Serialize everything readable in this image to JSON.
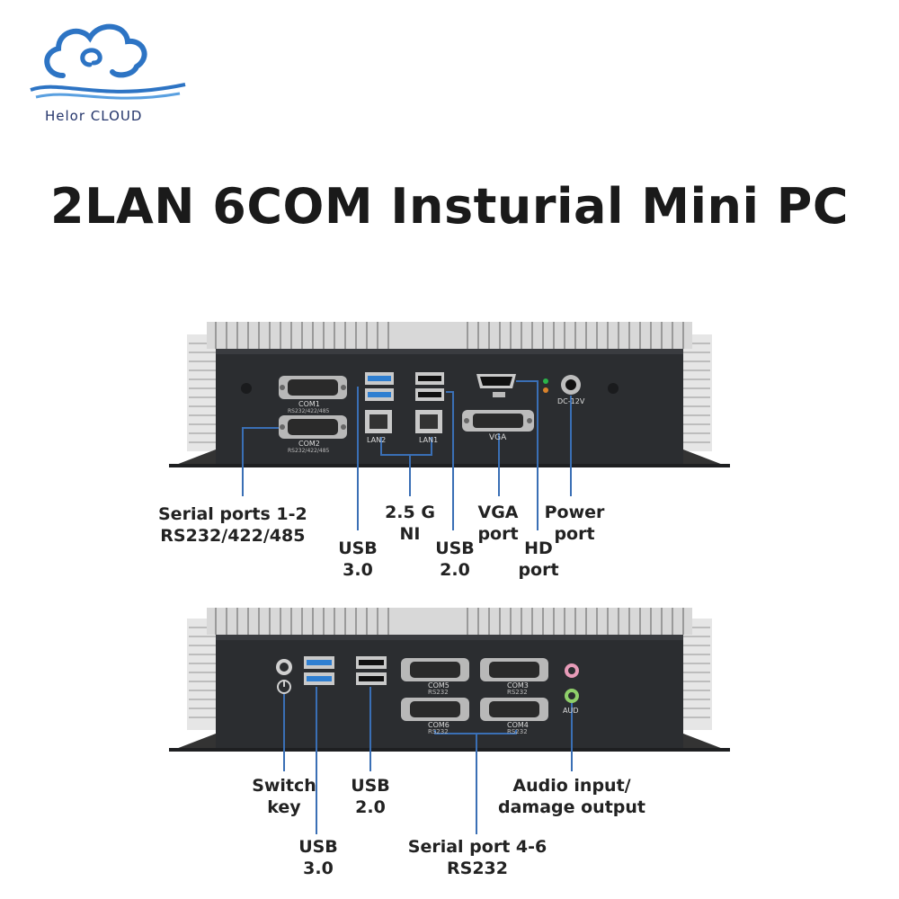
{
  "brand": {
    "name": "Helor CLOUD"
  },
  "title": "2LAN 6COM Insturial Mini PC",
  "top_panel": {
    "port_labels": {
      "com1": "COM1",
      "com1_sub": "RS232/422/485",
      "com2": "COM2",
      "com2_sub": "RS232/422/485",
      "lan2": "LAN2",
      "lan1": "LAN1",
      "vga": "VGA",
      "dc": "DC-12V"
    },
    "callouts": {
      "serial": [
        "Serial ports 1-2",
        "RS232/422/485"
      ],
      "usb3": [
        "USB",
        "3.0"
      ],
      "lan": [
        "2.5 G",
        "NI"
      ],
      "usb2": [
        "USB",
        "2.0"
      ],
      "vga": [
        "VGA",
        "port"
      ],
      "hd": [
        "HD",
        "port"
      ],
      "power": [
        "Power",
        "port"
      ]
    }
  },
  "bottom_panel": {
    "port_labels": {
      "com5": "COM5",
      "com5_sub": "RS232",
      "com3": "COM3",
      "com3_sub": "RS232",
      "com6": "COM6",
      "com6_sub": "RS232",
      "com4": "COM4",
      "com4_sub": "RS232",
      "aud": "AUD"
    },
    "callouts": {
      "switch": [
        "Switch",
        "key"
      ],
      "usb2": [
        "USB",
        "2.0"
      ],
      "audio": [
        "Audio input/",
        "damage output"
      ],
      "usb3": [
        "USB",
        "3.0"
      ],
      "serial": [
        "Serial port 4-6",
        "RS232"
      ]
    }
  },
  "colors": {
    "chassis": "#2b2d30",
    "fins": "#d9d9d9",
    "usb3_blue": "#2f7fd1",
    "callout_line": "#3a6fb5",
    "title": "#1a1a1a",
    "logo_blue": "#2d74c4"
  }
}
